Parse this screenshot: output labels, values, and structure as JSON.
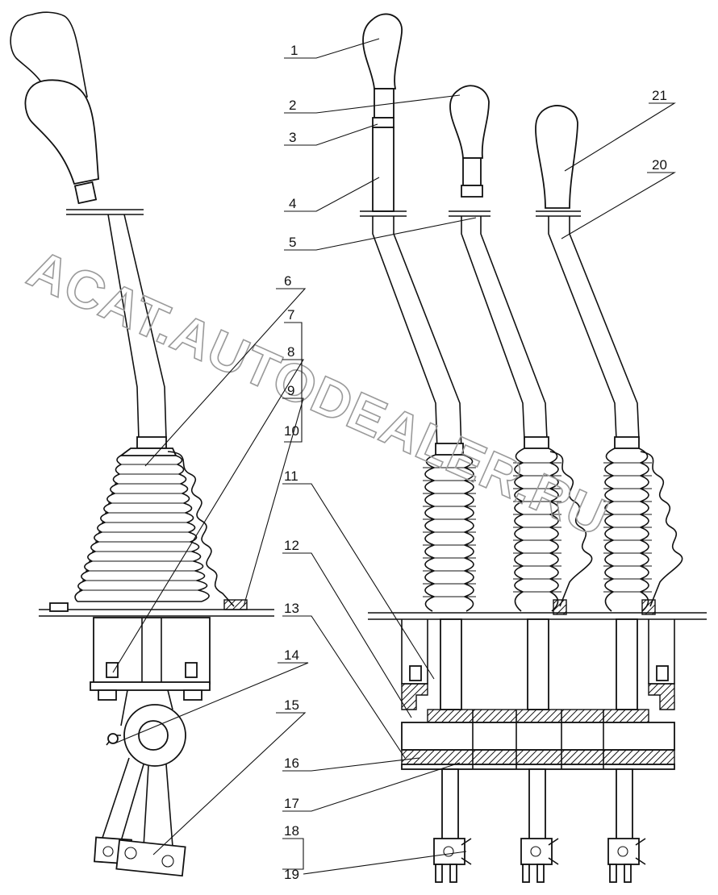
{
  "watermark": "ACAT.AUTODEALER.RU",
  "callouts": [
    "1",
    "2",
    "3",
    "4",
    "5",
    "6",
    "7",
    "8",
    "9",
    "10",
    "11",
    "12",
    "13",
    "14",
    "15",
    "16",
    "17",
    "18",
    "19",
    "20",
    "21"
  ],
  "colors": {
    "line": "#111111",
    "watermark": "#9a9a9a",
    "background": "#ffffff"
  }
}
